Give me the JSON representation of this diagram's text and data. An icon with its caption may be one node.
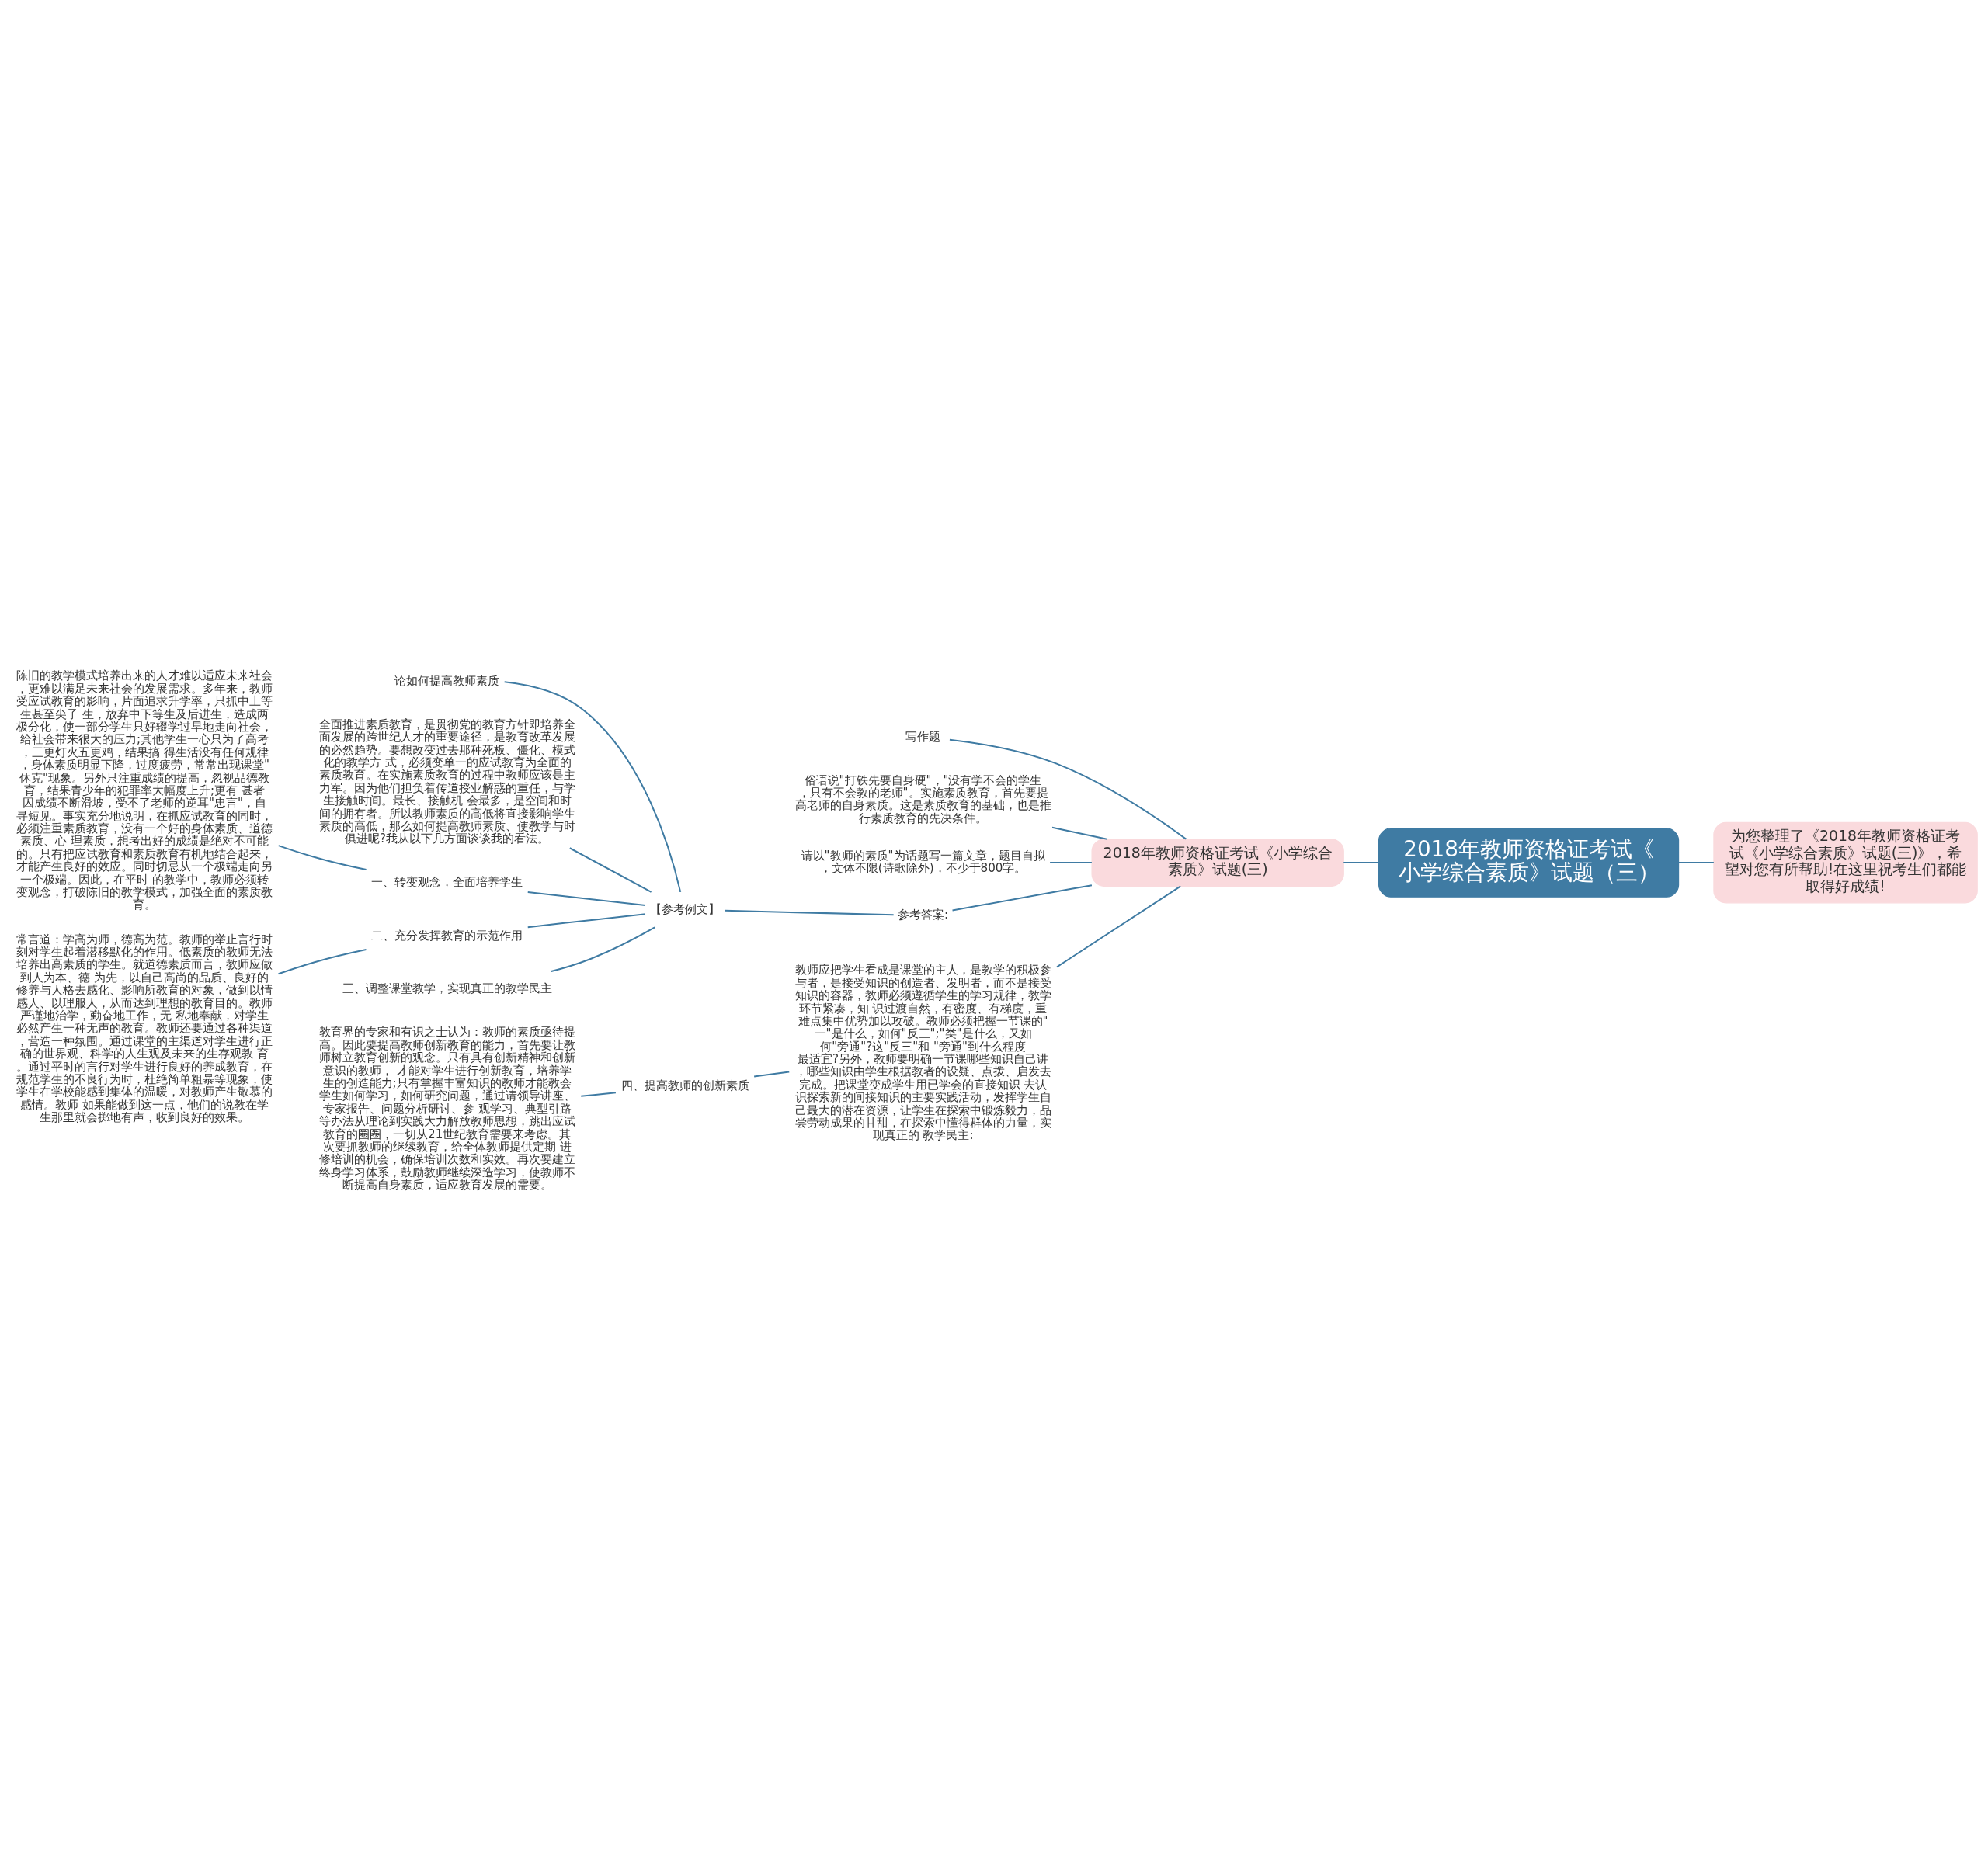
{
  "diagram": {
    "nodes": [
      {
        "text": [
          "2018年教师资格证考试《小学综合素质》试题（三）"
        ]
      },
      {
        "text": [
          "为您整理了《2018年教师资格证考试《小学综合素质》试题(三)》，希望对您有所帮助!在这里祝考生们都能取得好成绩!"
        ]
      },
      {
        "text": [
          "2018年教师资格证考试《小学综合素质》试题(三)"
        ]
      },
      {
        "text": [
          "写作题"
        ]
      },
      {
        "text": [
          "俗语说\"打铁先要自身硬\"，\"没有学不会的学生，只有不会教的老师\"。实施素质教育，首先要提高老师的自身素质。这是素质教育的基础，也是推行素质教育的先决条件。"
        ]
      },
      {
        "text": [
          "请以\"教师的素质\"为话题写一篇文章，题目自拟，文体不限(诗歌除外)，不少于800字。"
        ]
      },
      {
        "text": [
          "参考答案:"
        ]
      },
      {
        "text": [
          "【参考例文】"
        ]
      },
      {
        "text": [
          "论如何提高教师素质"
        ]
      },
      {
        "text": [
          "全面推进素质教育，是贯彻党的教育方针即培养全面发展的跨世纪人才的重要途径，是教育改革发展的必然趋势。要想改变过去那种死板、僵化、模式化的教学方 式，必须变单一的应试教育为全面的素质教育。在实施素质教育的过程中教师应该是主力军。因为他们担负着传道授业解惑的重任，与学生接触时间。最长、接触机 会最多，是空间和时间的拥有者。所以教师素质的高低将直接影响学生素质的高低，那么如何提高教师素质、使教学与时俱进呢?我从以下几方面谈谈我的看法。"
        ]
      },
      {
        "text": [
          "一、转变观念，全面培养学生"
        ]
      },
      {
        "text": [
          "陈旧的教学模式培养出来的人才难以适应未来社会，更难以满足未来社会的发展需求。多年来，教师受应试教育的影响，片面追求升学率，只抓中上等生甚至尖子 生，放弃中下等生及后进生，造成两极分化，使一部分学生只好辍学过早地走向社会，给社会带来很大的压力;其他学生一心只为了高考，三更灯火五更鸡，结果搞 得生活没有任何规律，身体素质明显下降，过度疲劳，常常出现课堂\"休克\"现象。另外只注重成绩的提高，忽视品德教育，结果青少年的犯罪率大幅度上升;更有 甚者因成绩不断滑坡，受不了老师的逆耳\"忠言\"，自寻短见。事实充分地说明，在抓应试教育的同时，必须注重素质教育，没有一个好的身体素质、道德素质、心 理素质，想考出好的成绩是绝对不可能的。只有把应试教育和素质教育有机地结合起来，才能产生良好的效应。同时切忌从一个极端走向另一个极端。因此，在平时 的教学中，教师必须转变观念，打破陈旧的教学模式，加强全面的素质教育。"
        ]
      },
      {
        "text": [
          "二、充分发挥教育的示范作用"
        ]
      },
      {
        "text": [
          "常言道：学高为师，德高为范。教师的举止言行时刻对学生起着潜移默化的作用。低素质的教师无法培养出高素质的学生。就道德素质而言，教师应做到人为本、德 为先，以自己高尚的品质、良好的修养与人格去感化、影响所教育的对象，做到以情感人、以理服人，从而达到理想的教育目的。教师严谨地治学，勤奋地工作，无 私地奉献，对学生必然产生一种无声的教育。教师还要通过各种渠道，营造一种氛围。通过课堂的主渠道对学生进行正确的世界观、科学的人生观及未来的生存观教 育。通过平时的言行对学生进行良好的养成教育，在规范学生的不良行为时，杜绝简单粗暴等现象，使学生在学校能感到集体的温暖，对教师产生敬慕的感情。教师 如果能做到这一点，他们的说教在学生那里就会掷地有声，收到良好的效果。"
        ]
      },
      {
        "text": [
          "三、调整课堂教学，实现真正的教学民主"
        ]
      },
      {
        "text": [
          "教师应把学生看成是课堂的主人，是教学的积极参与者，是接受知识的创造者、发明者，而不是接受知识的容器，教师必须遵循学生的学习规律，教学环节紧凑，知 识过渡自然，有密度、有梯度，重难点集中优势加以攻破。教师必须把握一节课的\"一\"是什么，如何\"反三\";\"类\"是什么，又如何\"旁通\"?这\"反三\"和 \"旁通\"到什么程度最适宜?另外，教师要明确一节课哪些知识自己讲，哪些知识由学生根据教者的设疑、点拨、启发去完成。把课堂变成学生用已学会的直接知识 去认识探索新的间接知识的主要实践活动，发挥学生自己最大的潜在资源，让学生在探索中锻炼毅力，品尝劳动成果的甘甜，在探索中懂得群体的力量，实现真正的 教学民主:"
        ]
      },
      {
        "text": [
          "四、提高教师的创新素质"
        ]
      },
      {
        "text": [
          "教育界的专家和有识之士认为：教师的素质亟待提高。因此要提高教师创新教育的能力，首先要让教师树立教育创新的观念。只有具有创新精神和创新意识的教师， 才能对学生进行创新教育，培养学生的创造能力;只有掌握丰富知识的教师才能教会学生如何学习，如何研究问题，通过请领导讲座、专家报告、问题分析研讨、参 观学习、典型引路等办法从理论到实践大力解放教师思想，跳出应试教育的圈圈，一切从21世纪教育需要来考虑。其次要抓教师的继续教育，给全体教师提供定期 进修培训的机会，确保培训次数和实效。再次要建立终身学习体系，鼓励教师继续深造学习，使教师不断提高自身素质，适应教育发展的需要。"
        ]
      }
    ],
    "edges": [
      {
        "from": 0,
        "to": 1,
        "arrow": "none"
      },
      {
        "from": 0,
        "to": 2,
        "arrow": "none"
      },
      {
        "from": 2,
        "to": 3,
        "arrow": "none"
      },
      {
        "from": 2,
        "to": 4,
        "arrow": "none"
      },
      {
        "from": 2,
        "to": 5,
        "arrow": "none"
      },
      {
        "from": 2,
        "to": 6,
        "arrow": "none"
      },
      {
        "from": 6,
        "to": 7,
        "arrow": "none"
      },
      {
        "from": 7,
        "to": 8,
        "arrow": "none"
      },
      {
        "from": 7,
        "to": 9,
        "arrow": "none"
      },
      {
        "from": 7,
        "to": 10,
        "arrow": "none"
      },
      {
        "from": 10,
        "to": 11,
        "arrow": "none"
      },
      {
        "from": 7,
        "to": 12,
        "arrow": "none"
      },
      {
        "from": 12,
        "to": 13,
        "arrow": "none"
      },
      {
        "from": 7,
        "to": 14,
        "arrow": "none"
      },
      {
        "from": 2,
        "to": 15,
        "arrow": "none"
      },
      {
        "from": 15,
        "to": 16,
        "arrow": "none"
      },
      {
        "from": 16,
        "to": 17,
        "arrow": "none"
      }
    ]
  }
}
